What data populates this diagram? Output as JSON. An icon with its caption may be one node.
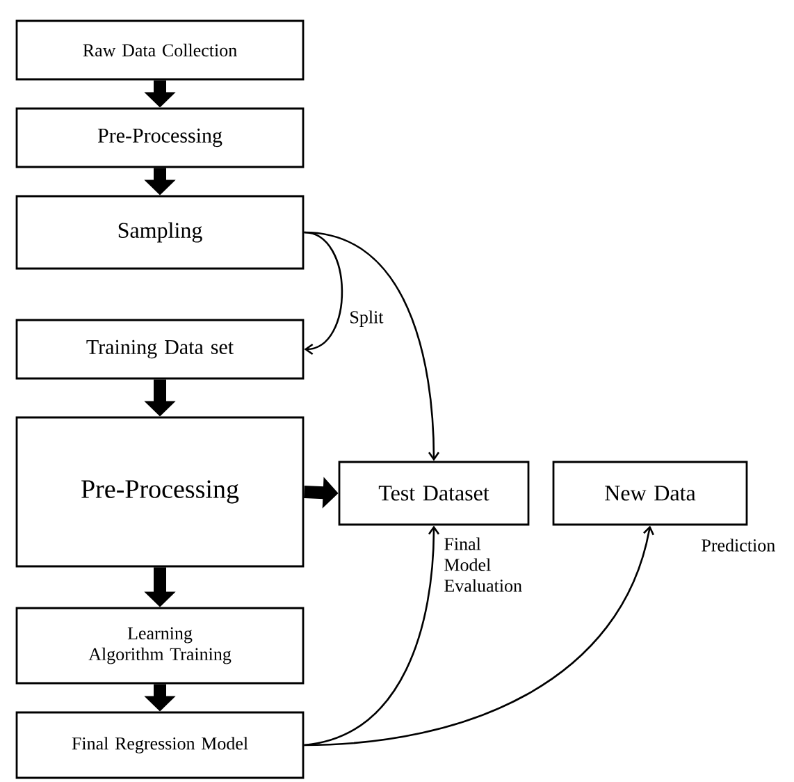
{
  "diagram": {
    "nodes": [
      {
        "text": [
          "Raw Data Collection"
        ]
      },
      {
        "text": [
          "Pre-Processing"
        ]
      },
      {
        "text": [
          "Sampling"
        ]
      },
      {
        "text": [
          "Training Data set"
        ]
      },
      {
        "text": [
          "Pre-Processing"
        ]
      },
      {
        "text": [
          "Test Dataset"
        ]
      },
      {
        "text": [
          "New Data"
        ]
      },
      {
        "text": [
          "Learning Algorithm Training"
        ]
      },
      {
        "text": [
          "Final Regression Model"
        ]
      }
    ],
    "edges": [
      {
        "from": 0,
        "to": 1,
        "arrow": "to"
      },
      {
        "from": 1,
        "to": 2,
        "arrow": "to"
      },
      {
        "from": 2,
        "to": 3,
        "arrow": "to",
        "label": "Split"
      },
      {
        "from": 2,
        "to": 5,
        "arrow": "to"
      },
      {
        "from": 3,
        "to": 4,
        "arrow": "to"
      },
      {
        "from": 4,
        "to": 5,
        "arrow": "to"
      },
      {
        "from": 4,
        "to": 7,
        "arrow": "to"
      },
      {
        "from": 7,
        "to": 8,
        "arrow": "to"
      },
      {
        "from": 8,
        "to": 5,
        "arrow": "to",
        "label": "Final Model Evaluation"
      },
      {
        "from": 8,
        "to": 6,
        "arrow": "to",
        "label": "Prediction"
      }
    ]
  }
}
